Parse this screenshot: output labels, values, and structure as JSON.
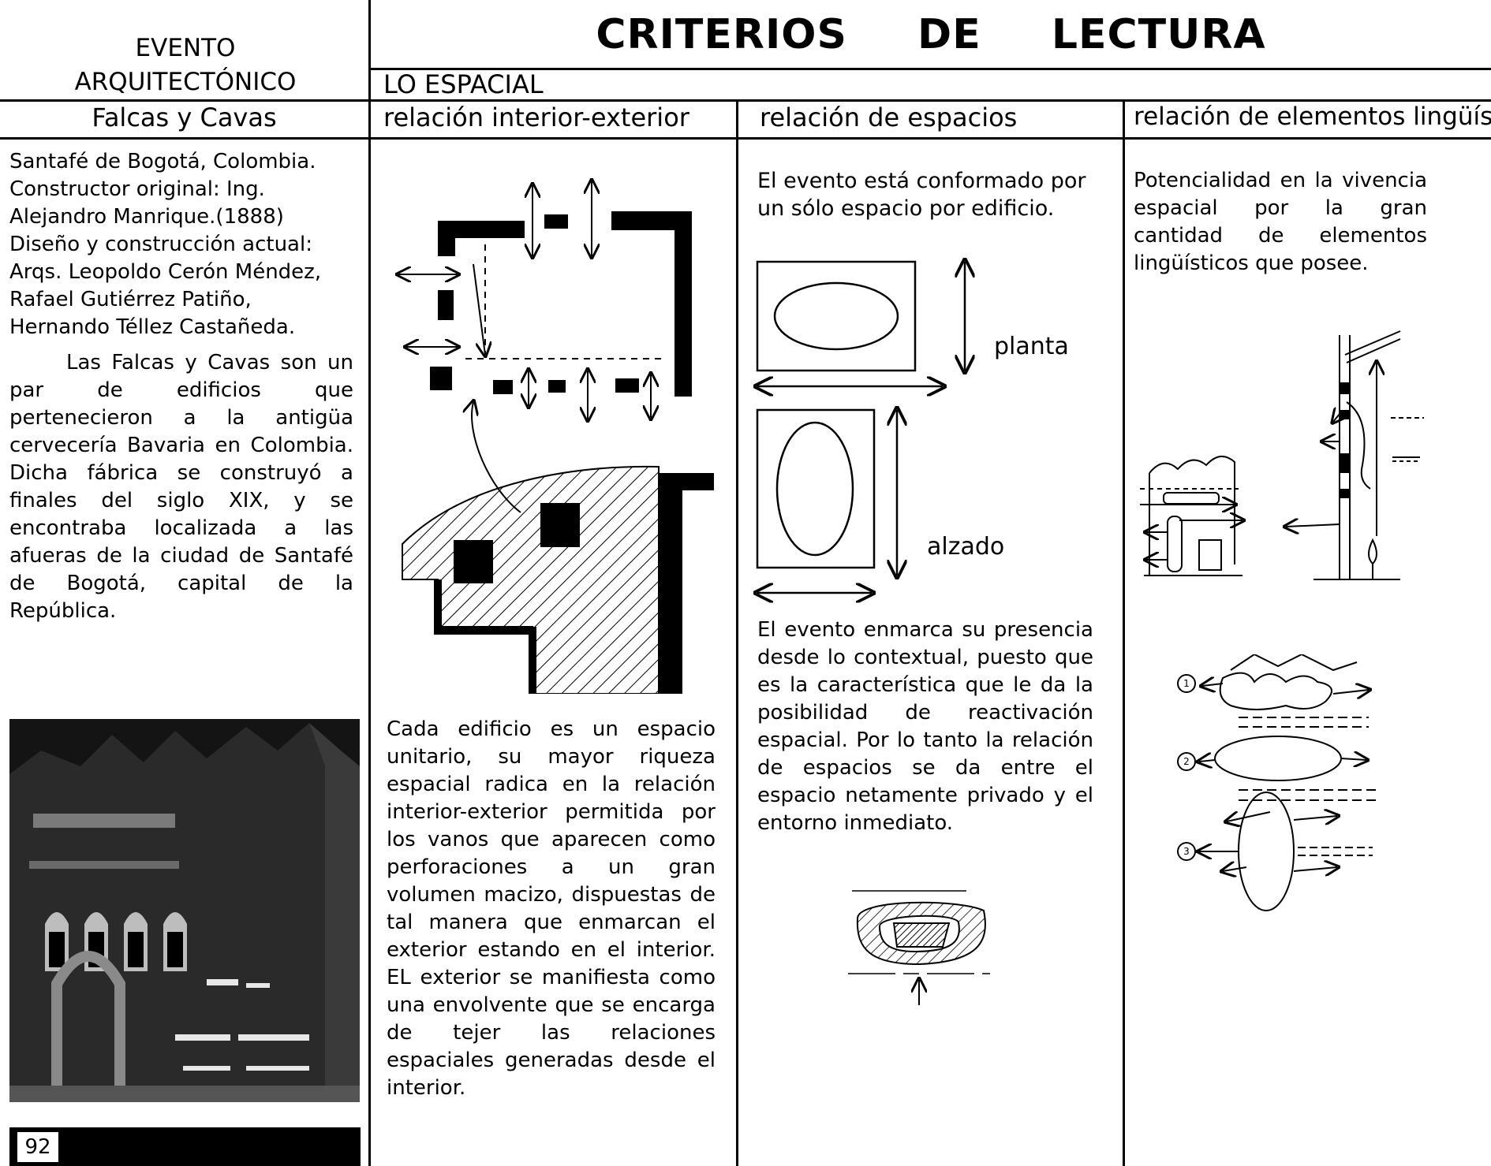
{
  "header": {
    "evento_line1": "EVENTO",
    "evento_line2": "ARQUITECTÓNICO",
    "title": "CRITERIOS DE LECTURA",
    "section": "LO ESPACIAL"
  },
  "columns": {
    "event_name": "Falcas y Cavas",
    "col1": "relación interior-exterior",
    "col2": "relación de espacios",
    "col3": "relación de elementos lingüíst."
  },
  "event": {
    "info": "Santafé de Bogotá, Colombia. Constructor original: Ing. Alejandro Manrique.(1888) Diseño y construcción actual: Arqs. Leopoldo Cerón Méndez, Rafael Gutiérrez Patiño, Hernando Téllez Castañeda.",
    "description": "Las Falcas y Cavas son un par de edificios que pertenecieron a la antigüa cervecería Bavaria en Colombia. Dicha fábrica se construyó a finales del siglo XIX, y se encontraba localizada a las afueras de la ciudad de Santafé de Bogotá, capital de la República.",
    "page_number": "92"
  },
  "col1_text": "Cada edificio es un espacio unitario, su mayor riqueza espacial radica en la relación interior-exterior permitida por los vanos que aparecen como perforaciones a un gran volumen macizo, dispuestas de tal manera que enmarcan el exterior estando en el interior. EL exterior se manifiesta como una envolvente que se encarga de tejer las relaciones espaciales generadas desde el interior.",
  "col2": {
    "text1": "El evento está conformado por un sólo espacio por edificio.",
    "label_planta": "planta",
    "label_alzado": "alzado",
    "text2": "El evento enmarca su presencia desde lo contextual, puesto que es la característica que le da la posibilidad de reactivación espacial. Por lo tanto la relación de espacios se da entre el espacio netamente privado y el entorno inmediato."
  },
  "col3": {
    "text": "Potencialidad en la vivencia espacial por la gran cantidad de elementos lingüísticos que posee.",
    "markers": [
      "1",
      "2",
      "3"
    ]
  }
}
